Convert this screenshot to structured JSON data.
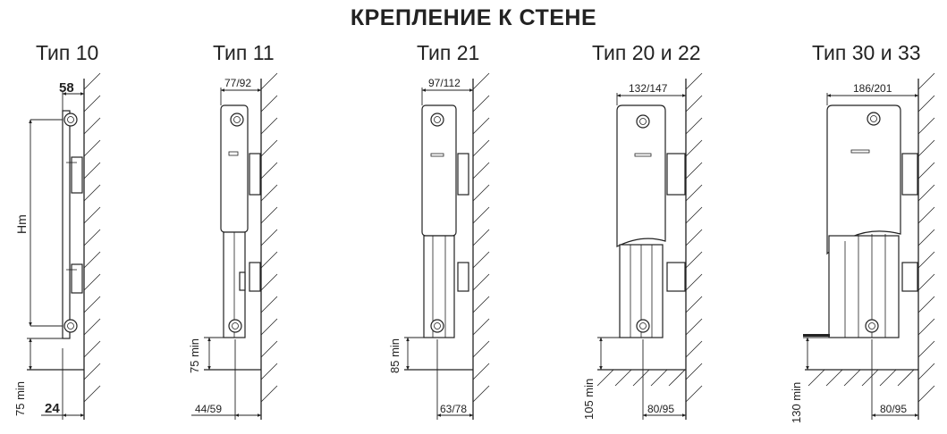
{
  "title": "КРЕПЛЕНИЕ К СТЕНЕ",
  "types": [
    {
      "label": "Тип 10",
      "width_dim": "58",
      "side_dim": "24",
      "height_label": "Hm",
      "floor_dim": "75 min"
    },
    {
      "label": "Тип 11",
      "width_dim": "77/92",
      "side_dim": "44/59",
      "floor_dim": "75 min"
    },
    {
      "label": "Тип 21",
      "width_dim": "97/112",
      "side_dim": "63/78",
      "floor_dim": "85 min"
    },
    {
      "label": "Тип 20 и 22",
      "width_dim": "132/147",
      "side_dim": "80/95",
      "floor_dim": "105 min"
    },
    {
      "label": "Тип 30 и 33",
      "width_dim": "186/201",
      "side_dim": "80/95",
      "floor_dim": "130 min"
    }
  ]
}
